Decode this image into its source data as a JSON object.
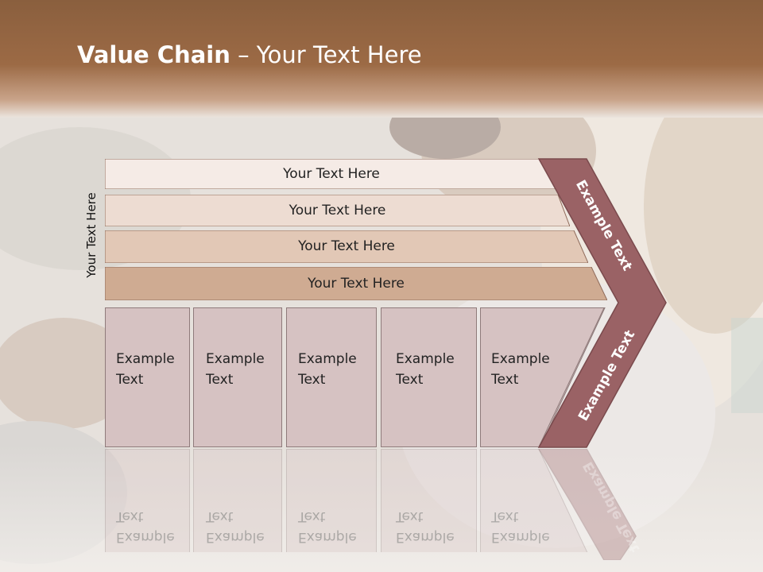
{
  "slide": {
    "title_bold": "Value Chain",
    "title_rest": " – Your Text Here",
    "side_label": "Your Text Here"
  },
  "bars": [
    {
      "label": "Your Text Here",
      "color": "#f5ebe6"
    },
    {
      "label": "Your Text Here",
      "color": "#eddcd2"
    },
    {
      "label": "Your Text Here",
      "color": "#e2c8b6"
    },
    {
      "label": "Your Text Here",
      "color": "#cfab92"
    }
  ],
  "cells": [
    {
      "line1": "Example",
      "line2": "Text"
    },
    {
      "line1": "Example",
      "line2": "Text"
    },
    {
      "line1": "Example",
      "line2": "Text"
    },
    {
      "line1": "Example",
      "line2": "Text"
    },
    {
      "line1": "Example",
      "line2": "Text"
    }
  ],
  "chevron": {
    "upper_text": "Example Text",
    "lower_text": "Example Text",
    "color": "#9a6265"
  },
  "colors": {
    "header": "#9a6340",
    "cell_fill": "#d6c2c2"
  }
}
